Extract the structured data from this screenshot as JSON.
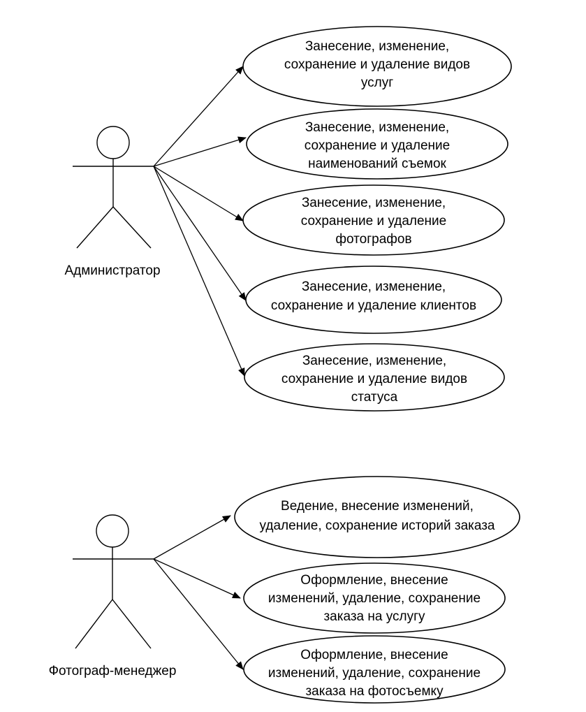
{
  "diagram": {
    "type": "use-case",
    "actors": [
      {
        "id": "admin",
        "label": "Администратор",
        "use_cases": [
          [
            "Занесение, изменение,",
            "сохранение и удаление видов",
            "услуг"
          ],
          [
            "Занесение, изменение,",
            "сохранение и удаление",
            "наименований съемок"
          ],
          [
            "Занесение, изменение,",
            "сохранение и удаление",
            "фотографов"
          ],
          [
            "Занесение, изменение,",
            "сохранение и удаление клиентов"
          ],
          [
            "Занесение, изменение,",
            "сохранение и удаление видов",
            "статуса"
          ]
        ]
      },
      {
        "id": "photographer",
        "label": "Фотограф-менеджер",
        "use_cases": [
          [
            "Ведение, внесение изменений,",
            "удаление, сохранение историй заказа"
          ],
          [
            "Оформление, внесение",
            "изменений, удаление, сохранение",
            "заказа на услугу"
          ],
          [
            "Оформление, внесение",
            "изменений, удаление, сохранение",
            "заказа на фотосъемку"
          ]
        ]
      }
    ],
    "colors": {
      "stroke": "#000000",
      "fill": "#ffffff",
      "text": "#000000"
    }
  }
}
